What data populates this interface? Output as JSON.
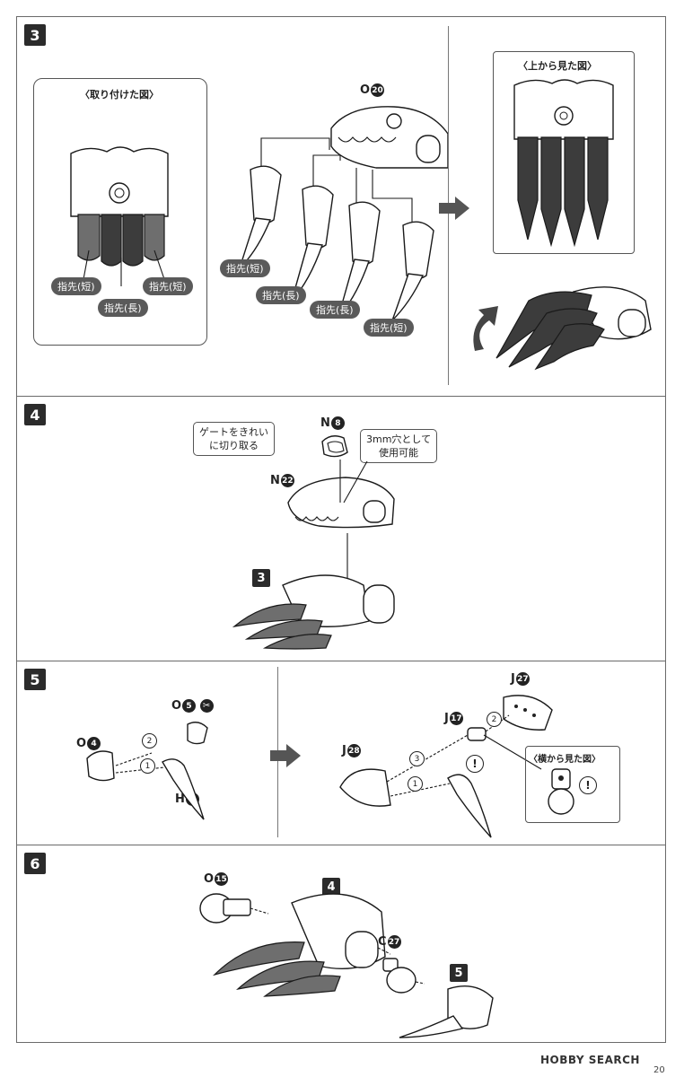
{
  "steps": [
    {
      "number": "3"
    },
    {
      "number": "4"
    },
    {
      "number": "5"
    },
    {
      "number": "6"
    }
  ],
  "step3": {
    "attached_view_title": "〈取り付けた図〉",
    "top_view_title": "〈上から見た図〉",
    "attached_labels": {
      "left": "指先(短)",
      "center": "指先(長)",
      "right": "指先(短)"
    },
    "parts_labels": [
      "指先(短)",
      "指先(長)",
      "指先(長)",
      "指先(短)"
    ],
    "part_letter": "O",
    "part_number": "20"
  },
  "step4": {
    "callout_gate": [
      "ゲートをきれい",
      "に切り取る"
    ],
    "callout_hole": [
      "3mm穴として",
      "使用可能"
    ],
    "part_a_letter": "N",
    "part_a_number": "8",
    "part_b_letter": "N",
    "part_b_number": "22",
    "sub_ref": "3"
  },
  "step5": {
    "left_parts": [
      {
        "letter": "O",
        "number": "5"
      },
      {
        "letter": "O",
        "number": "4"
      },
      {
        "letter": "H",
        "number": "5"
      }
    ],
    "right_parts": [
      {
        "letter": "J",
        "number": "27"
      },
      {
        "letter": "J",
        "number": "17"
      },
      {
        "letter": "J",
        "number": "28"
      }
    ],
    "order_marks": [
      "2",
      "1",
      "2",
      "3",
      "1"
    ],
    "side_view_title": "〈横から見た図〉",
    "warning": "!"
  },
  "step6": {
    "parts": [
      {
        "letter": "O",
        "number": "15"
      },
      {
        "letter": "C",
        "number": "27"
      }
    ],
    "sub_refs": [
      "4",
      "5"
    ]
  },
  "footer": {
    "brand": "HOBBY SEARCH",
    "page": "20"
  }
}
